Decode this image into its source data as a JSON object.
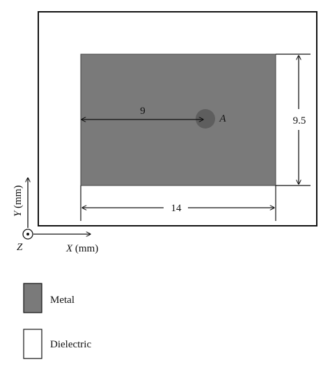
{
  "colors": {
    "metal": "#7a7a7a",
    "dielectric": "#ffffff",
    "line": "#111111",
    "point_label": "#ffffff"
  },
  "dimensions": {
    "horizontal_offset": "9",
    "height": "9.5",
    "width": "14"
  },
  "point": {
    "label": "A"
  },
  "axes": {
    "x_label": "X",
    "x_unit": " (mm)",
    "y_label": "Y",
    "y_unit": " (mm)",
    "z_label": "Z"
  },
  "legend": [
    {
      "label": "Metal",
      "material": "metal"
    },
    {
      "label": "Dielectric",
      "material": "dielectric"
    }
  ]
}
